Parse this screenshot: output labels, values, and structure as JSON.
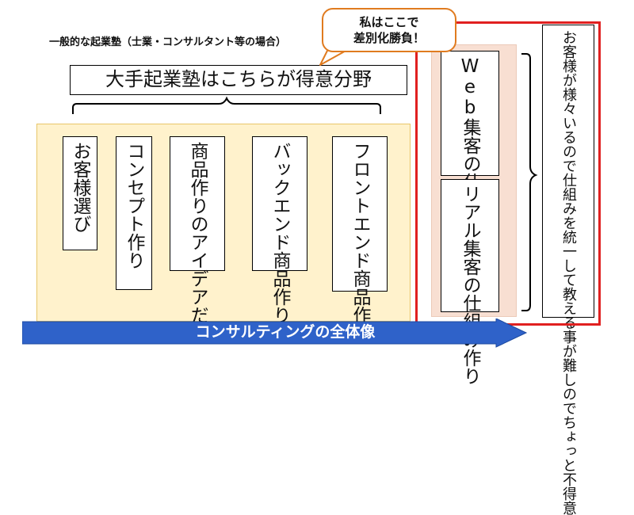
{
  "caption": "一般的な起業塾（士業・コンサルタント等の場合）",
  "main_title": "大手起業塾はこちらが得意分野",
  "general_items": [
    "お客様選び",
    "コンセプト作り",
    "商品作りのアイデアだし",
    "バックエンド商品作り",
    "フロントエンド商品作り"
  ],
  "callout": {
    "line1": "私はここで",
    "line2": "差別化勝負！"
  },
  "special_items": [
    "Web集客の仕組み作り",
    "リアル集客の仕組み作り"
  ],
  "reason": "お客様が様々いるので仕組みを統一して教える事が難しのでちょっと不得意",
  "arrow_label": "コンサルティングの全体像",
  "colors": {
    "yellow_fill": "#fff2cc",
    "peach_fill": "#f8dfd2",
    "red_frame": "#e02020",
    "callout_border": "#e07b1f",
    "arrow_blue": "#2f62c9"
  }
}
